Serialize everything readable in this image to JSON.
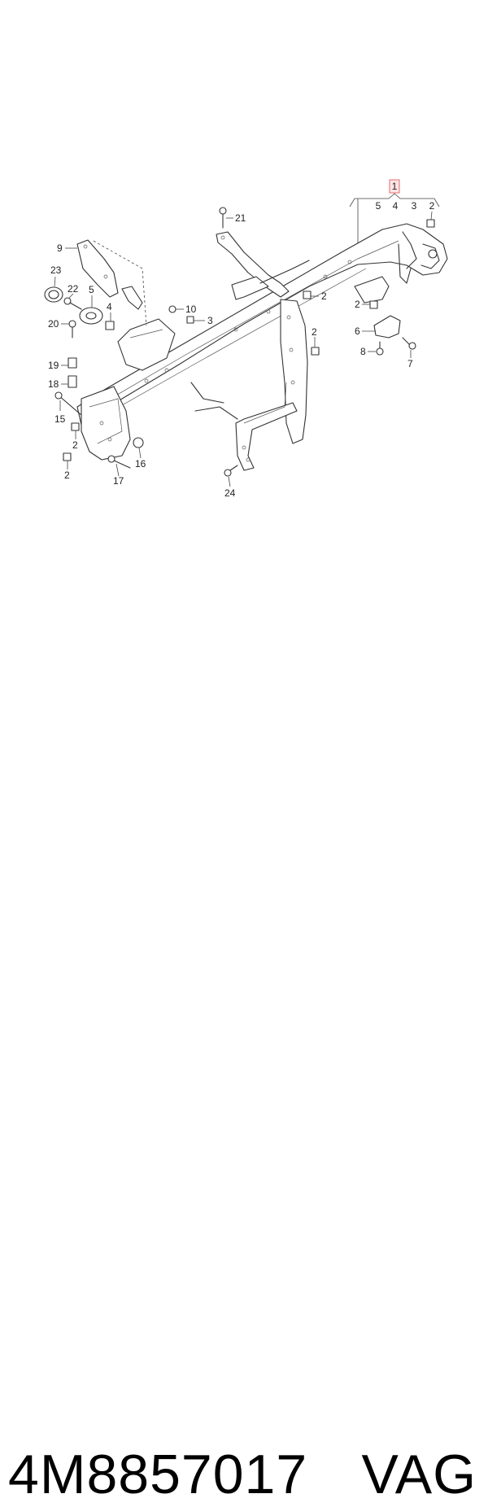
{
  "diagram": {
    "callouts": {
      "c1": "1",
      "c5_top": "5",
      "c4_top": "4",
      "c3_top": "3",
      "c2_top": "2",
      "c21": "21",
      "c9": "9",
      "c23": "23",
      "c22": "22",
      "c5_left": "5",
      "c4_left": "4",
      "c10": "10",
      "c3_mid": "3",
      "c2_mid_right": "2",
      "c2_right_bracket": "2",
      "c6": "6",
      "c8": "8",
      "c7": "7",
      "c2_center": "2",
      "c20": "20",
      "c19": "19",
      "c18": "18",
      "c15": "15",
      "c2_left_low": "2",
      "c2_bottom_left": "2",
      "c16": "16",
      "c17": "17",
      "c24": "24"
    }
  },
  "caption": {
    "part_number": "4M8857017",
    "brand": "VAG"
  }
}
